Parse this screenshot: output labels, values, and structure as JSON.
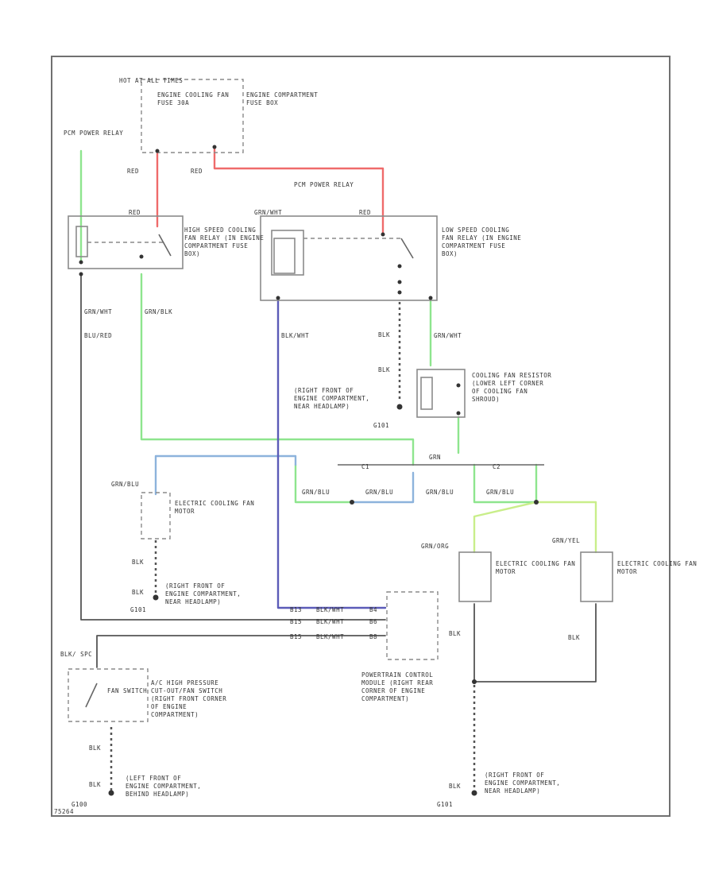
{
  "colors": {
    "red": "#ef6b6b",
    "green": "#8ee58e",
    "blue": "#8db3dc",
    "purple": "#5b5bb8",
    "black": "#555555",
    "yellow_green": "#c9ee8a"
  },
  "labels": {
    "hot_at_all_times": "HOT AT ALL TIMES",
    "fuse": "ENGINE COOLING FAN FUSE 30A",
    "fuse_box": "ENGINE COMPARTMENT FUSE BOX",
    "pcm_power_relay_left": "PCM POWER RELAY",
    "pcm_power_relay_mid": "PCM POWER RELAY",
    "red_1": "RED",
    "red_2": "RED",
    "red_3": "RED",
    "red_4": "RED",
    "grn_wht_1": "GRN/WHT",
    "high_speed_relay": "HIGH SPEED COOLING FAN RELAY (IN ENGINE COMPARTMENT FUSE BOX)",
    "low_speed_relay": "LOW SPEED COOLING FAN RELAY (IN ENGINE COMPARTMENT FUSE BOX)",
    "grn_wht_2": "GRN/WHT",
    "grn_blk": "GRN/BLK",
    "blk_wht": "BLK/WHT",
    "blu_red": "BLU/RED",
    "grn_wht_3": "GRN/WHT",
    "blk_1": "BLK",
    "blk_2": "BLK",
    "g101_a": "G101",
    "ground_right_front": "(RIGHT FRONT OF ENGINE COMPARTMENT, NEAR HEADLAMP)",
    "cooling_fan_resistor": "COOLING FAN RESISTOR (LOWER LEFT CORNER OF COOLING FAN SHROUD)",
    "grn": "GRN",
    "c1": "C1",
    "c2": "C2",
    "grn_blu_1": "GRN/BLU",
    "grn_blu_2": "GRN/BLU",
    "grn_blu_3": "GRN/BLU",
    "grn_blu_4": "GRN/BLU",
    "grn_blu_5": "GRN/BLU",
    "fan_motor_1": "ELECTRIC COOLING FAN MOTOR",
    "blk_3": "BLK",
    "blk_4": "BLK",
    "g101_b": "G101",
    "ground_b": "(RIGHT FRONT OF ENGINE COMPARTMENT, NEAR HEADLAMP)",
    "grn_org": "GRN/ORG",
    "grn_yel": "GRN/YEL",
    "fan_motor_2": "ELECTRIC COOLING FAN MOTOR",
    "fan_motor_3": "ELECTRIC COOLING FAN MOTOR",
    "pin_1": "B13",
    "pin_1_wire": "BLK/WHT",
    "pin_1_term": "B4",
    "pin_2": "B15",
    "pin_2_wire": "BLK/WHT",
    "pin_2_term": "B6",
    "pin_3": "B15",
    "pin_3_wire": "BLK/WHT",
    "pin_3_term": "B8",
    "blk_5": "BLK",
    "blk_6": "BLK",
    "bu_spc": "BLK/ SPC",
    "ac_switch": "A/C HIGH PRESSURE CUT-OUT/FAN SWITCH (RIGHT FRONT CORNER OF ENGINE COMPARTMENT)",
    "fan_switch": "FAN SWITCH",
    "pcm": "POWERTRAIN CONTROL MODULE (RIGHT REAR CORNER OF ENGINE COMPARTMENT)",
    "blk_7": "BLK",
    "blk_8": "BLK",
    "g100": "G100",
    "ground_left_front": "(LEFT FRONT OF ENGINE COMPARTMENT, BEHIND HEADLAMP)",
    "blk_9": "BLK",
    "g101_c": "G101",
    "ground_c": "(RIGHT FRONT OF ENGINE COMPARTMENT, NEAR HEADLAMP)",
    "corner_code": "75264"
  }
}
